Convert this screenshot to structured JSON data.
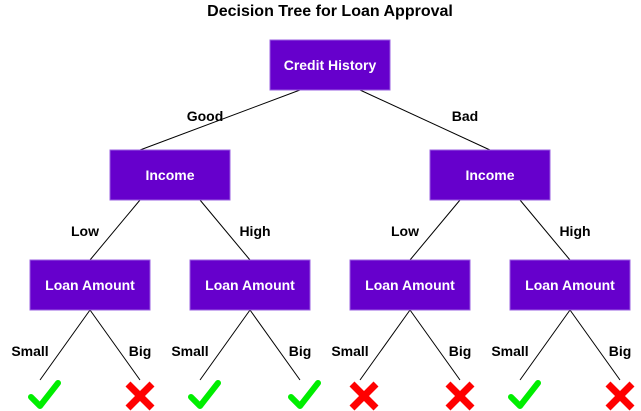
{
  "title": "Decision Tree for Loan Approval",
  "colors": {
    "node_fill": "#6600cc",
    "node_text": "#ffffff",
    "approved": "#00ee00",
    "rejected": "#ff0000"
  },
  "nodes": {
    "root": {
      "label": "Credit History"
    },
    "income_good": {
      "label": "Income"
    },
    "income_bad": {
      "label": "Income"
    },
    "loan_good_low": {
      "label": "Loan Amount"
    },
    "loan_good_high": {
      "label": "Loan Amount"
    },
    "loan_bad_low": {
      "label": "Loan Amount"
    },
    "loan_bad_high": {
      "label": "Loan Amount"
    }
  },
  "edges": {
    "root_good": {
      "label": "Good"
    },
    "root_bad": {
      "label": "Bad"
    },
    "good_low": {
      "label": "Low"
    },
    "good_high": {
      "label": "High"
    },
    "bad_low": {
      "label": "Low"
    },
    "bad_high": {
      "label": "High"
    },
    "leaf_1": {
      "label": "Small"
    },
    "leaf_2": {
      "label": "Big"
    },
    "leaf_3": {
      "label": "Small"
    },
    "leaf_4": {
      "label": "Big"
    },
    "leaf_5": {
      "label": "Small"
    },
    "leaf_6": {
      "label": "Big"
    },
    "leaf_7": {
      "label": "Small"
    },
    "leaf_8": {
      "label": "Big"
    }
  },
  "outcomes": [
    {
      "icon": "check-icon",
      "result": "approved"
    },
    {
      "icon": "cross-icon",
      "result": "rejected"
    },
    {
      "icon": "check-icon",
      "result": "approved"
    },
    {
      "icon": "check-icon",
      "result": "approved"
    },
    {
      "icon": "cross-icon",
      "result": "rejected"
    },
    {
      "icon": "cross-icon",
      "result": "rejected"
    },
    {
      "icon": "check-icon",
      "result": "approved"
    },
    {
      "icon": "cross-icon",
      "result": "rejected"
    }
  ]
}
